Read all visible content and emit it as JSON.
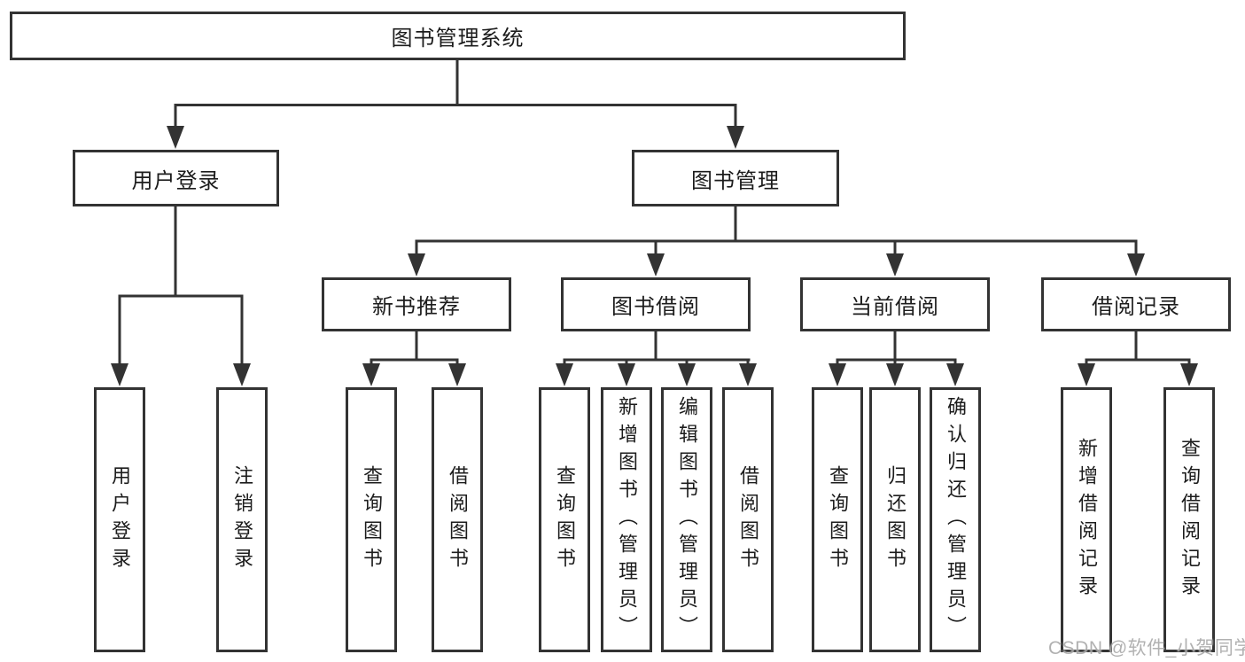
{
  "diagram": {
    "root": {
      "label": "图书管理系统"
    },
    "level2": [
      {
        "label": "用户登录"
      },
      {
        "label": "图书管理"
      }
    ],
    "level3": [
      {
        "label": "新书推荐"
      },
      {
        "label": "图书借阅"
      },
      {
        "label": "当前借阅"
      },
      {
        "label": "借阅记录"
      }
    ],
    "leaves": {
      "user_login": [
        {
          "label": "用户登录"
        },
        {
          "label": "注销登录"
        }
      ],
      "new_book_recommend": [
        {
          "label": "查询图书"
        },
        {
          "label": "借阅图书"
        }
      ],
      "book_borrow": [
        {
          "label": "查询图书"
        },
        {
          "label": "新增图书（管理员）"
        },
        {
          "label": "编辑图书（管理员）"
        },
        {
          "label": "借阅图书"
        }
      ],
      "current_borrow": [
        {
          "label": "查询图书"
        },
        {
          "label": "归还图书"
        },
        {
          "label": "确认归还（管理员）"
        }
      ],
      "borrow_records": [
        {
          "label": "新增借阅记录"
        },
        {
          "label": "查询借阅记录"
        }
      ]
    },
    "watermark": "CSDN @软件_小贺同学",
    "colors": {
      "line": "#333333",
      "text": "#1c1c1c",
      "background": "#ffffff",
      "watermark": "#a9a9a9"
    }
  }
}
